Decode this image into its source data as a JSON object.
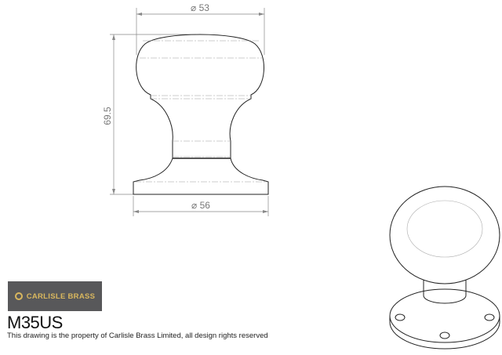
{
  "drawing": {
    "dimensions": {
      "top_diameter": "⌀ 53",
      "height": "69.5",
      "base_diameter": "⌀ 56"
    }
  },
  "logo": {
    "text": "CARLISLE BRASS",
    "icon": "carlisle-c-icon",
    "bg_color": "#58585a",
    "text_color": "#d9b75e"
  },
  "model_code": "M35US",
  "property_note": "This drawing is the property of Carlisle Brass Limited, all design rights reserved"
}
